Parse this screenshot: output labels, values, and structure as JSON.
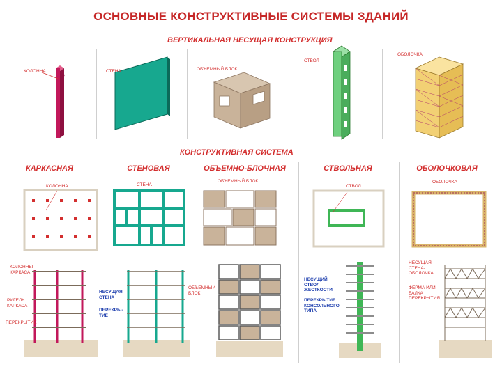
{
  "title": "ОСНОВНЫЕ КОНСТРУКТИВНЫЕ СИСТЕМЫ ЗДАНИЙ",
  "section_vertical": "ВЕРТИКАЛЬНАЯ НЕСУЩАЯ КОНСТРУКЦИЯ",
  "section_system": "КОНСТРУКТИВНАЯ СИСТЕМА",
  "elements": {
    "column": "КОЛОННА",
    "wall": "СТЕНА",
    "block": "ОБЪЕМНЫЙ БЛОК",
    "trunk": "СТВОЛ",
    "shell": "ОБОЛОЧКА"
  },
  "systems": [
    {
      "name": "КАРКАСНАЯ"
    },
    {
      "name": "СТЕНОВАЯ"
    },
    {
      "name": "ОБЪЕМНО-БЛОЧНАЯ"
    },
    {
      "name": "СТВОЛЬНАЯ"
    },
    {
      "name": "ОБОЛОЧКОВАЯ"
    }
  ],
  "plan_labels": {
    "column": "КОЛОННА",
    "wall": "СТЕНА",
    "block": "ОБЪЕМНЫЙ БЛОК",
    "trunk": "СТВОЛ",
    "shell": "ОБОЛОЧКА"
  },
  "elev_labels": {
    "frame_columns": "КОЛОННЫ КАРКАСА",
    "frame_crossbar": "РИГЕЛЬ КАРКАСА",
    "frame_floor": "ПЕРЕКРЫТИЕ",
    "bearing_wall": "НЕСУЩАЯ СТЕНА",
    "wall_floor": "ПЕРЕКРЫ-ТИЕ",
    "block": "ОБЪЕМНЫЙ БЛОК",
    "stiff_trunk": "НЕСУЩИЙ СТВОЛ ЖЕСТКОСТИ",
    "cantilever_floor": "ПЕРЕКРЫТИЕ КОНСОЛЬНОГО ТИПА",
    "shell_wall": "НЕСУЩАЯ СТЕНА-ОБОЛОЧКА",
    "farm_beam": "ФЕРМА ИЛИ БАЛКА ПЕРЕКРЫТИЯ"
  },
  "colors": {
    "title_red": "#c62828",
    "column_red": "#c2185b",
    "wall_teal": "#17a88f",
    "block_tan": "#c9b39a",
    "trunk_green": "#57c46b",
    "shell_yellow": "#f2d074",
    "label_blue": "#1e3fae"
  }
}
